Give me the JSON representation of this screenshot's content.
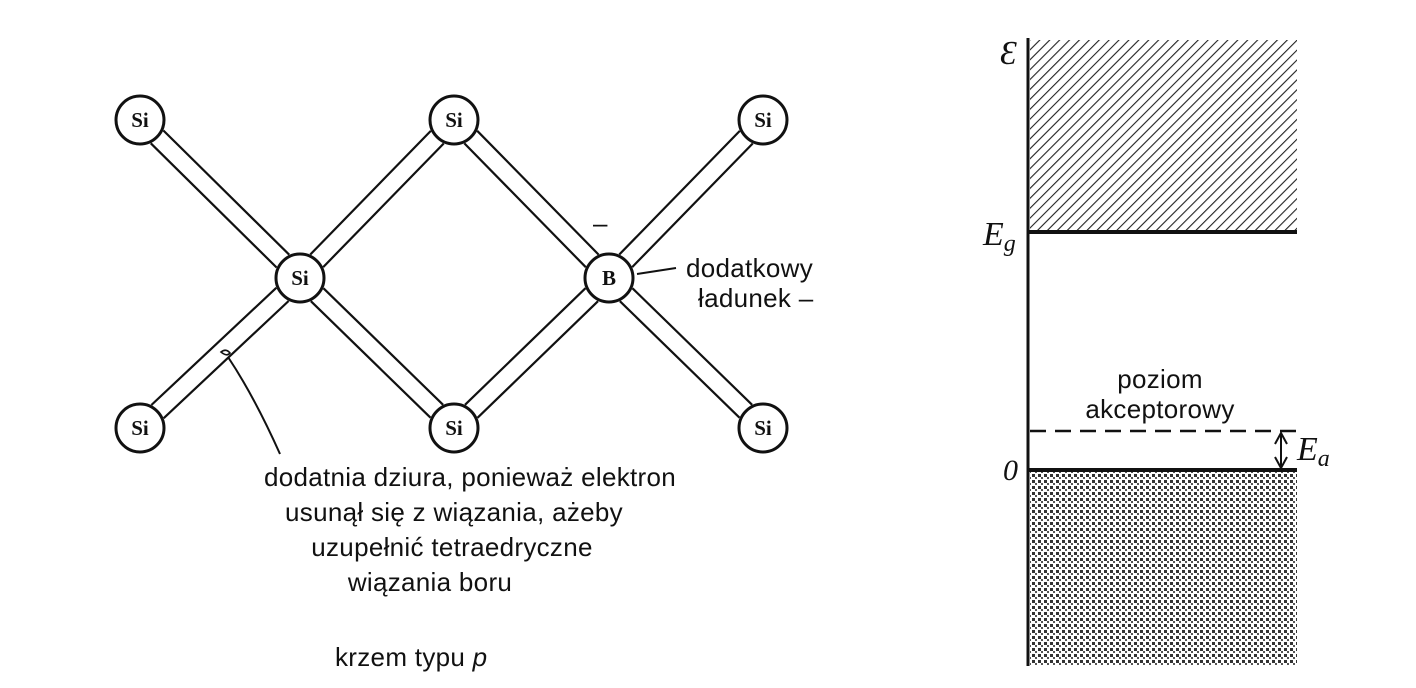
{
  "lattice": {
    "atoms": [
      {
        "id": "si-top-left",
        "label": "Si"
      },
      {
        "id": "si-top-mid",
        "label": "Si"
      },
      {
        "id": "si-top-right",
        "label": "Si"
      },
      {
        "id": "si-center",
        "label": "Si"
      },
      {
        "id": "boron",
        "label": "B"
      },
      {
        "id": "si-bottom-left",
        "label": "Si"
      },
      {
        "id": "si-bottom-mid",
        "label": "Si"
      },
      {
        "id": "si-bottom-right",
        "label": "Si"
      }
    ],
    "bonds": [
      [
        "si-top-left",
        "si-center"
      ],
      [
        "si-center",
        "si-top-mid"
      ],
      [
        "si-top-mid",
        "boron"
      ],
      [
        "boron",
        "si-top-right"
      ],
      [
        "si-center",
        "si-bottom-left"
      ],
      [
        "si-center",
        "si-bottom-mid"
      ],
      [
        "si-bottom-mid",
        "boron"
      ],
      [
        "boron",
        "si-bottom-right"
      ]
    ],
    "minus_sign": "–",
    "extra_charge_label": [
      "dodatkowy",
      "ładunek –"
    ],
    "hole_label": [
      "dodatnia dziura, ponieważ elektron",
      "usunął się z wiązania, ażeby",
      "uzupełnić tetraedryczne",
      "wiązania boru"
    ],
    "caption_prefix": "krzem typu ",
    "caption_italic": "p"
  },
  "band_diagram": {
    "energy_axis_symbol": "Ɛ",
    "gap_symbol": "E",
    "gap_subscript": "g",
    "zero_label": "0",
    "acceptor_label": [
      "poziom",
      "akceptorowy"
    ],
    "activation_symbol": "E",
    "activation_subscript": "a"
  }
}
